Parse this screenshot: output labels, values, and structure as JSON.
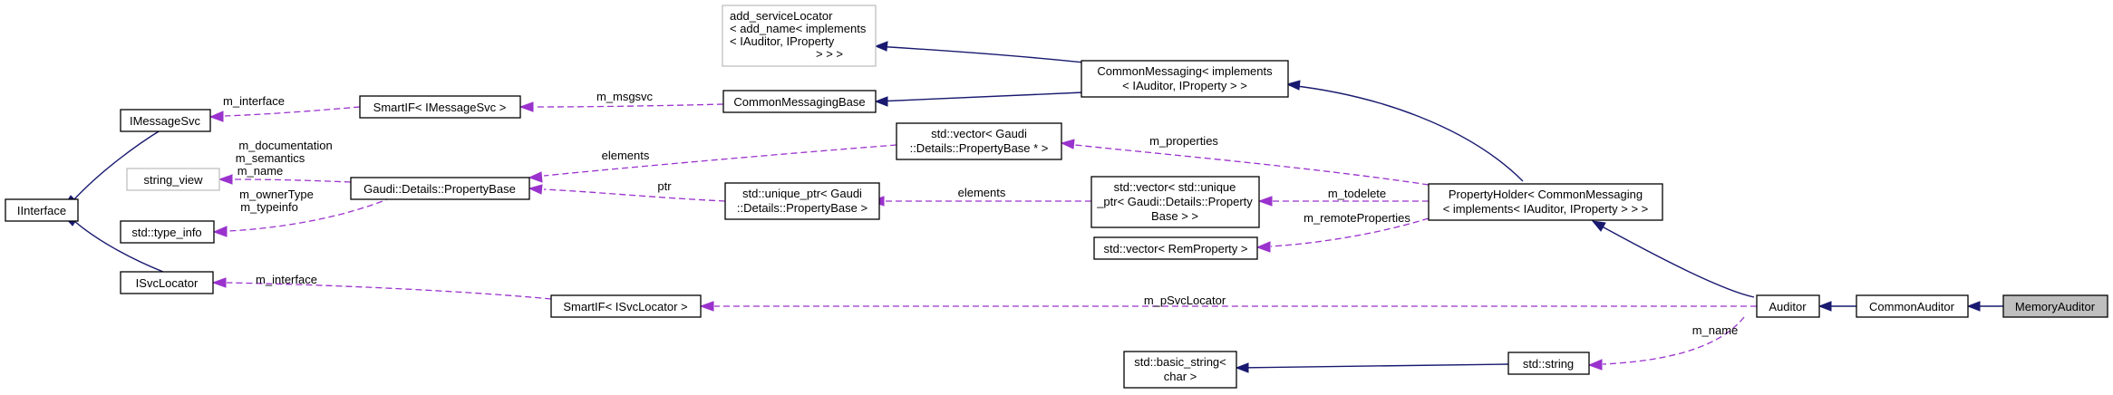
{
  "nodes": {
    "add_service_locator": [
      "add_serviceLocator",
      "< add_name< implements",
      "< IAuditor, IProperty",
      "> > >"
    ],
    "common_messaging": [
      "CommonMessaging< implements",
      "< IAuditor, IProperty > >"
    ],
    "imessage_svc": [
      "IMessageSvc"
    ],
    "smartif_imessage_svc": [
      "SmartIF< IMessageSvc >"
    ],
    "common_messaging_base": [
      "CommonMessagingBase"
    ],
    "vector_property_base_ptr": [
      "std::vector< Gaudi",
      "::Details::PropertyBase * >"
    ],
    "string_view": [
      "string_view"
    ],
    "iinterface": [
      "IInterface"
    ],
    "property_base": [
      "Gaudi::Details::PropertyBase"
    ],
    "unique_ptr_property_base": [
      "std::unique_ptr< Gaudi",
      "::Details::PropertyBase >"
    ],
    "vector_unique_ptr_property_base": [
      "std::vector< std::unique",
      "_ptr< Gaudi::Details::Property",
      "Base > >"
    ],
    "property_holder": [
      "PropertyHolder< CommonMessaging",
      "< implements< IAuditor, IProperty > > >"
    ],
    "type_info": [
      "std::type_info"
    ],
    "vector_rem_property": [
      "std::vector< RemProperty >"
    ],
    "isvc_locator": [
      "ISvcLocator"
    ],
    "smartif_isvc_locator": [
      "SmartIF< ISvcLocator >"
    ],
    "auditor": [
      "Auditor"
    ],
    "common_auditor": [
      "CommonAuditor"
    ],
    "memory_auditor": [
      "MemoryAuditor"
    ],
    "basic_string_char": [
      "std::basic_string<",
      "char >"
    ],
    "std_string": [
      "std::string"
    ]
  },
  "edge_labels": {
    "m_interface_msg": "m_interface",
    "m_msgsvc": "m_msgsvc",
    "m_documentation": "m_documentation",
    "m_semantics": "m_semantics",
    "m_name_sv": "m_name",
    "m_owner_type": "m_ownerType",
    "m_typeinfo": "m_typeinfo",
    "elements_vec": "elements",
    "ptr": "ptr",
    "elements_uptr": "elements",
    "m_properties": "m_properties",
    "m_todelete": "m_todelete",
    "m_remote_properties": "m_remoteProperties",
    "m_interface_svc": "m_interface",
    "m_psvc_locator": "m_pSvcLocator",
    "m_name_str": "m_name"
  },
  "colors": {
    "inheritance": "#191970",
    "usage": "#9a32cd",
    "focus_fill": "#bfbfbf",
    "grey_border": "#bfbfbf"
  }
}
